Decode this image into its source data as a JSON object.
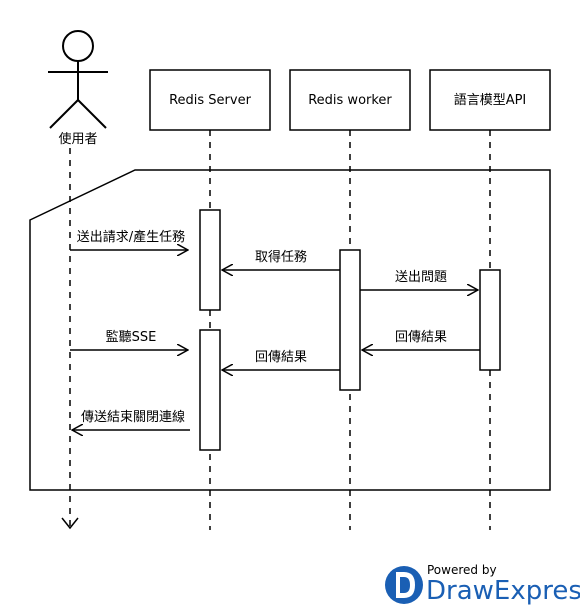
{
  "actor": {
    "label": "使用者"
  },
  "participants": [
    {
      "id": "redis-server",
      "label": "Redis Server"
    },
    {
      "id": "redis-worker",
      "label": "Redis worker"
    },
    {
      "id": "llm-api",
      "label": "語言模型API"
    }
  ],
  "messages": [
    {
      "id": "m1",
      "from": "actor",
      "to": "redis-server",
      "label": "送出請求/產生任務"
    },
    {
      "id": "m2",
      "from": "redis-worker",
      "to": "redis-server",
      "label": "取得任務"
    },
    {
      "id": "m3",
      "from": "redis-worker",
      "to": "llm-api",
      "label": "送出問題"
    },
    {
      "id": "m4",
      "from": "actor",
      "to": "redis-server",
      "label": "監聽SSE"
    },
    {
      "id": "m5",
      "from": "llm-api",
      "to": "redis-worker",
      "label": "回傳結果"
    },
    {
      "id": "m6",
      "from": "redis-worker",
      "to": "redis-server",
      "label": "回傳結果"
    },
    {
      "id": "m7",
      "from": "redis-server",
      "to": "actor",
      "label": "傳送結束關閉連線"
    }
  ],
  "branding": {
    "powered_by": "Powered by",
    "brand_name": "DrawExpress",
    "brand_color": "#1a5fb4"
  }
}
